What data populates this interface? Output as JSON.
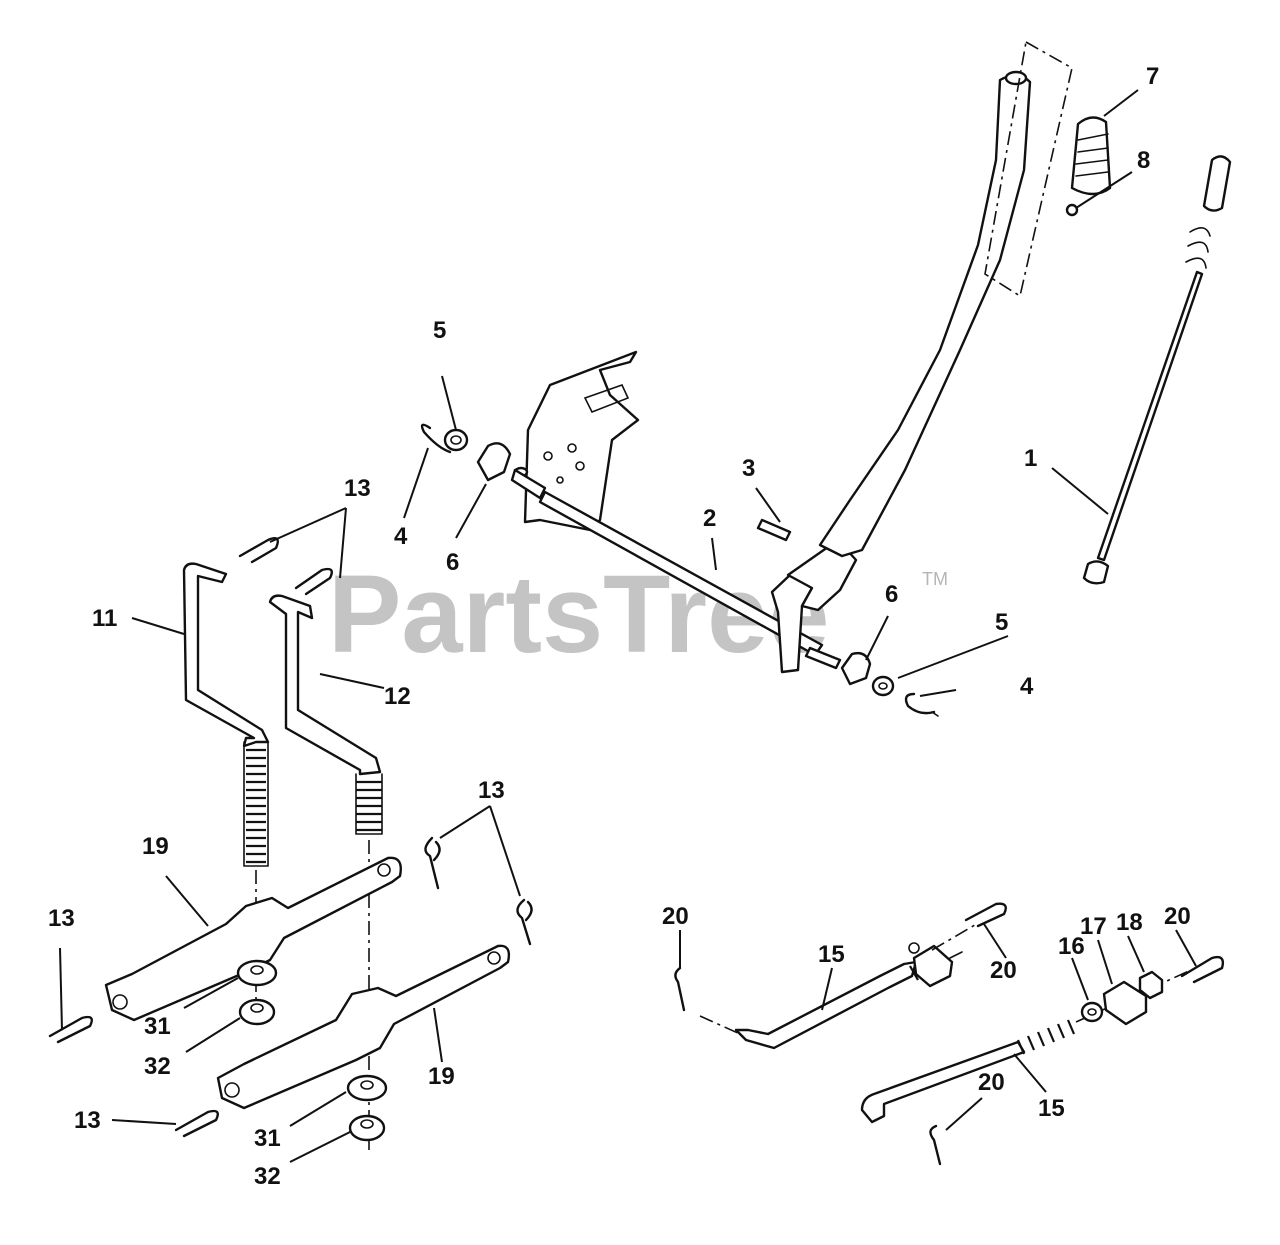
{
  "watermark": {
    "text": "PartsTree",
    "trademark": "TM"
  },
  "callouts": [
    {
      "id": "c1",
      "label": "1"
    },
    {
      "id": "c2",
      "label": "2"
    },
    {
      "id": "c3",
      "label": "3"
    },
    {
      "id": "c4a",
      "label": "4"
    },
    {
      "id": "c4b",
      "label": "4"
    },
    {
      "id": "c5a",
      "label": "5"
    },
    {
      "id": "c5b",
      "label": "5"
    },
    {
      "id": "c6a",
      "label": "6"
    },
    {
      "id": "c6b",
      "label": "6"
    },
    {
      "id": "c7",
      "label": "7"
    },
    {
      "id": "c8",
      "label": "8"
    },
    {
      "id": "c11",
      "label": "11"
    },
    {
      "id": "c12",
      "label": "12"
    },
    {
      "id": "c13a",
      "label": "13"
    },
    {
      "id": "c13b",
      "label": "13"
    },
    {
      "id": "c13c",
      "label": "13"
    },
    {
      "id": "c13d",
      "label": "13"
    },
    {
      "id": "c15a",
      "label": "15"
    },
    {
      "id": "c15b",
      "label": "15"
    },
    {
      "id": "c16",
      "label": "16"
    },
    {
      "id": "c17",
      "label": "17"
    },
    {
      "id": "c18",
      "label": "18"
    },
    {
      "id": "c19a",
      "label": "19"
    },
    {
      "id": "c19b",
      "label": "19"
    },
    {
      "id": "c20a",
      "label": "20"
    },
    {
      "id": "c20b",
      "label": "20"
    },
    {
      "id": "c20c",
      "label": "20"
    },
    {
      "id": "c20d",
      "label": "20"
    },
    {
      "id": "c31a",
      "label": "31"
    },
    {
      "id": "c31b",
      "label": "31"
    },
    {
      "id": "c32a",
      "label": "32"
    },
    {
      "id": "c32b",
      "label": "32"
    }
  ]
}
